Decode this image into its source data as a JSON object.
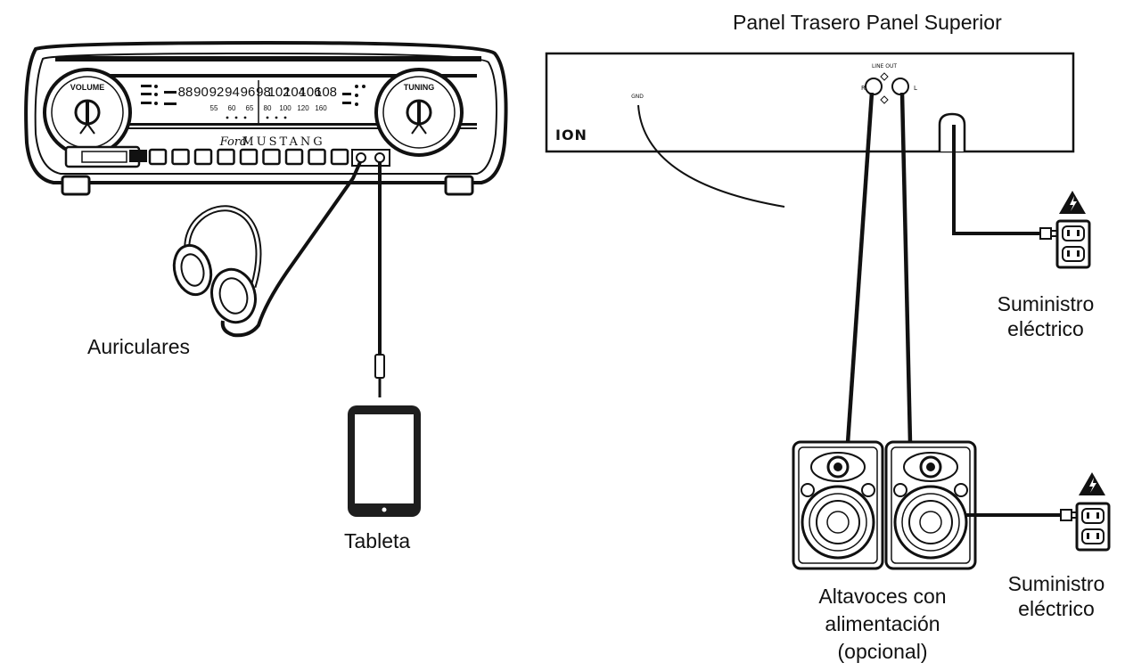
{
  "panel_title": "Panel Trasero Panel Superior",
  "labels": {
    "auriculares": "Auriculares",
    "tableta": "Tableta",
    "suministro_1_line1": "Suministro",
    "suministro_1_line2": "eléctrico",
    "suministro_2_line1": "Suministro",
    "suministro_2_line2": "eléctrico",
    "altavoces_line1": "Altavoces con",
    "altavoces_line2": "alimentación",
    "altavoces_line3": "(opcional)"
  },
  "device_text": {
    "brand": "MUSTANG",
    "ford": "Ford",
    "volume": "VOLUME",
    "tuning": "TUNING",
    "panel_logo": "ION",
    "line_out": "LINE OUT",
    "r": "R",
    "l": "L",
    "ground": "GND",
    "freq_top": [
      "88",
      "90",
      "92",
      "94",
      "96",
      "98",
      "102",
      "104",
      "106",
      "108"
    ],
    "freq_bottom": [
      "55",
      "60",
      "65",
      "80",
      "100",
      "120",
      "160"
    ]
  },
  "colors": {
    "ink": "#111111",
    "paper": "#ffffff",
    "dark_panel": "#1e1e1e"
  },
  "icons": [
    "headphones-icon",
    "tablet-icon",
    "outlet-icon",
    "speaker-icon",
    "hazard-icon",
    "plug-icon"
  ]
}
